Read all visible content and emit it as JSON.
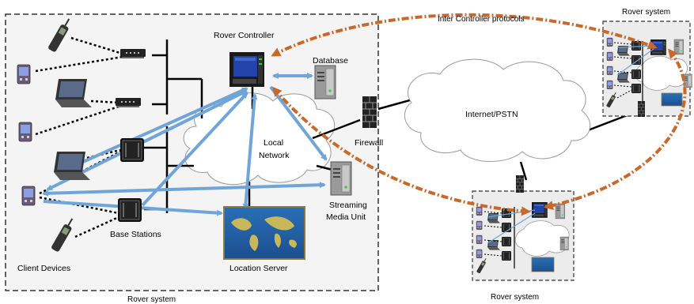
{
  "labels": {
    "rover_controller": "Rover Controller",
    "database": "Database",
    "firewall": "Firewall",
    "internet": "Internet/PSTN",
    "local_network_line1": "Local",
    "local_network_line2": "Network",
    "streaming_line1": "Streaming",
    "streaming_line2": "Media Unit",
    "base_stations": "Base Stations",
    "client_devices": "Client Devices",
    "location_server": "Location Server",
    "rover_system_main": "Rover system",
    "rover_system_right": "Rover system",
    "rover_system_bottom": "Rover system",
    "inter_controller": "Inter Controller protocols"
  },
  "icons": {
    "cloud": "cloud-icon",
    "server": "server-icon",
    "firewall": "firewall-icon",
    "laptop": "laptop-icon",
    "pda": "pda-icon",
    "phone": "cell-phone-icon",
    "modem": "modem-icon",
    "base_station": "base-station-icon",
    "map": "world-map-icon"
  },
  "colors": {
    "blue_link": "#6fa5d8",
    "orange_protocol": "#c8682a",
    "box_border": "#333333",
    "box_fill": "#f4f4f4",
    "sub_box_fill": "#ececec"
  }
}
